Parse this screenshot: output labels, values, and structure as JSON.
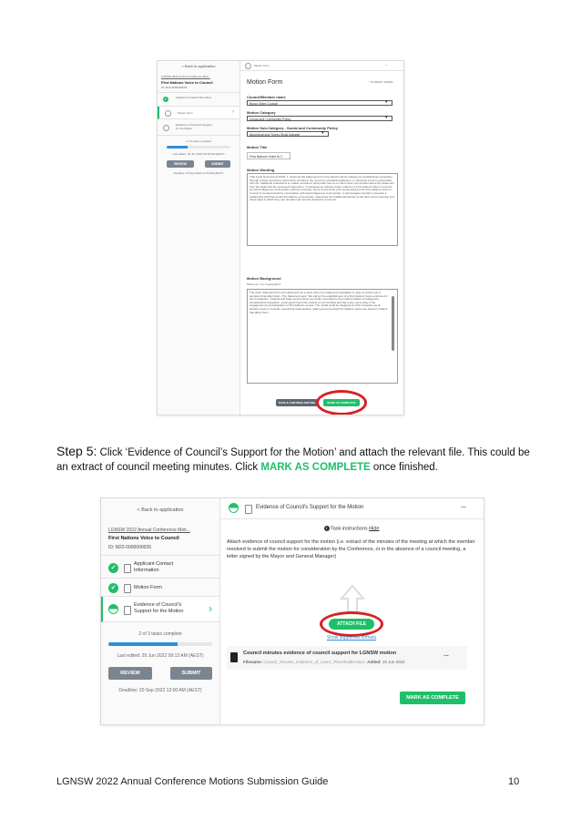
{
  "top_shot": {
    "sidebar": {
      "back": "< Back to application",
      "app_link": "LGNSW 2022 Annual Conference Moti...",
      "app_title": "First Nations Voice to Council",
      "app_id": "ID: M22-0000000026",
      "items": [
        {
          "label": "Applicant Contact Information"
        },
        {
          "label": "Motion Form"
        },
        {
          "label": "Evidence of Council's Support for the Motion"
        }
      ],
      "progress_text": "1 of 3 tasks complete",
      "progress": 0.33,
      "last_edited": "Last edited: 20 Jun 2022 09:16 AM (AEST)",
      "review": "REVIEW",
      "submit": "SUBMIT",
      "deadline": "Deadline: 20 Sep 2022 12:00 AM (AEST)"
    },
    "header": {
      "title": "Motion Form",
      "menu": "..."
    },
    "form": {
      "page_title": "Motion Form",
      "autosave": "* IN DRAFT SAVED",
      "council_label": "Council/Member name",
      "council_value": "Byron Shire Council",
      "category_label": "Motion Category",
      "category_value": "Social and Community Policy",
      "subcategory_label": "Motion Sub-Category - Social and Community Policy",
      "subcategory_value": "Aboriginal and Torres Strait Islander",
      "title_label": "Motion Title",
      "title_value": "First Nations Voice to C",
      "wording_label": "Motion Wording",
      "wording_text": "That Local Government NSW: 1. Supports the Statement from the Heart's call for Indigenous constitutional recognition through a Voice and that a referendum be held in the next term of federal parliament. 2. Develops a tool in partnership with the Traditional Custodians to enable councils to hold public forums to inform their communities about the Statement from the Heart and the proposed referendum. 3. Develops an advisory body model for a First Nations Voice to Council for local Indigenous communities, with the structure, terms of reference and membership for the First Nations Voice to Council to be determined by consultation with local Indigenous communities. 4. Encourages councils to develop a relationship with their local First Nations communities, respecting the Traditional Owners of the land, and to develop and share ways in which they can provide input into the decisions of council.",
      "background_label": "Motion Background",
      "background_hint": "Maximum 1 to 2 paragraphs",
      "background_text": "The Uluru Statement from the Heart sets out a clear vision for Indigenous Australians to play an active role in decisions that affect them. The Statement says: 'We call for the establishment of a First Nations Voice enshrined in the Constitution.' Federal and State governments are jointly committed to the implementation of Indigenous constitutional recognition. Local government sits closest to communities and has a key role to play in the engagement and participation of First Nations people. The model could be designed so that it operates as an advisory body to councils, supporting local decision making and ensuring First Nations voices are heard in matters that affect them.",
      "save_button": "SAVE & CONTINUE EDITING",
      "complete_button": "MARK AS COMPLETE"
    }
  },
  "instruction": {
    "prefix": "Step 5:",
    "text": " Click ‘Evidence of Council’s Support for the Motion’ and attach the relevant file. This could be an extract of council meeting minutes. Click ",
    "highlight": "MARK AS COMPLETE",
    "suffix": " once finished.",
    "highlight_color": "#1fbf6a"
  },
  "bottom_shot": {
    "sidebar": {
      "back": "< Back to application",
      "app_link": "LGNSW 2022 Annual Conference Moti...",
      "app_title": "First Nations Voice to Council",
      "app_id": "ID: M22-0000000026",
      "items": [
        {
          "label": "Applicant Contact Information"
        },
        {
          "label": "Motion Form"
        },
        {
          "label": "Evidence of Council's Support for the Motion"
        }
      ],
      "progress_text": "2 of 3 tasks complete",
      "progress": 0.67,
      "last_edited": "Last edited: 20 Jun 2022 09:13 AM (AEST)",
      "review": "REVIEW",
      "submit": "SUBMIT",
      "deadline": "Deadline: 20 Sep 2022 12:00 AM (AEST)"
    },
    "header": {
      "title": "Evidence of Council's Support for the Motion",
      "menu": "..."
    },
    "task": {
      "instructions_label": "Task instructions",
      "hide": "Hide",
      "instructions_text": "Attach evidence of council support for the motion (i.e. extract of the minutes of the meeting at which the member resolved to submit the motion for consideration by the Conference, or in the absence of a council meeting, a letter signed by the Mayor and General Manager)",
      "attach_button": "ATTACH FILE",
      "supported_formats": "Show supported formats",
      "file_title": "Council minutes evidence of council support for LGNSW motion",
      "filename_label": "Filename:",
      "filename_value": "Council_minutes_evidence_of_counc_Placeholder.docx",
      "added_label": "Added:",
      "added_value": "15 Jun 2022",
      "file_menu": "...",
      "complete_button": "MARK AS COMPLETE"
    }
  },
  "footer": {
    "guide_title": "LGNSW 2022 Annual Conference Motions Submission Guide",
    "page_number": "10"
  },
  "colors": {
    "accent_green": "#1fbf6a",
    "highlight_red": "#d62222",
    "progress_blue": "#2c90d6",
    "button_grey": "#7a8590"
  }
}
